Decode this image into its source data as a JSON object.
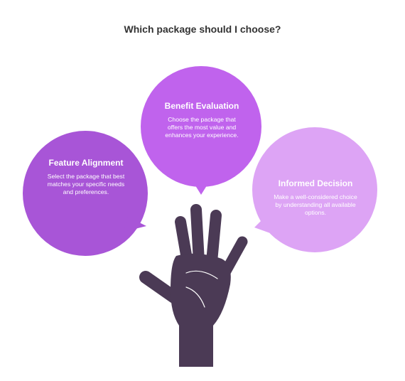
{
  "title": "Which package should I choose?",
  "options": [
    {
      "heading": "Feature Alignment",
      "description": "Select the package that best matches your specific needs and preferences.",
      "color": "#A855D7"
    },
    {
      "heading": "Benefit Evaluation",
      "description": "Choose the package that offers the most value and enhances your experience.",
      "color": "#C063ED"
    },
    {
      "heading": "Informed Decision",
      "description": "Make a well-considered choice by understanding all available options.",
      "color": "#DDA4F5"
    }
  ],
  "hand": {
    "icon": "raised-hand-icon",
    "color": "#4B3A55"
  }
}
